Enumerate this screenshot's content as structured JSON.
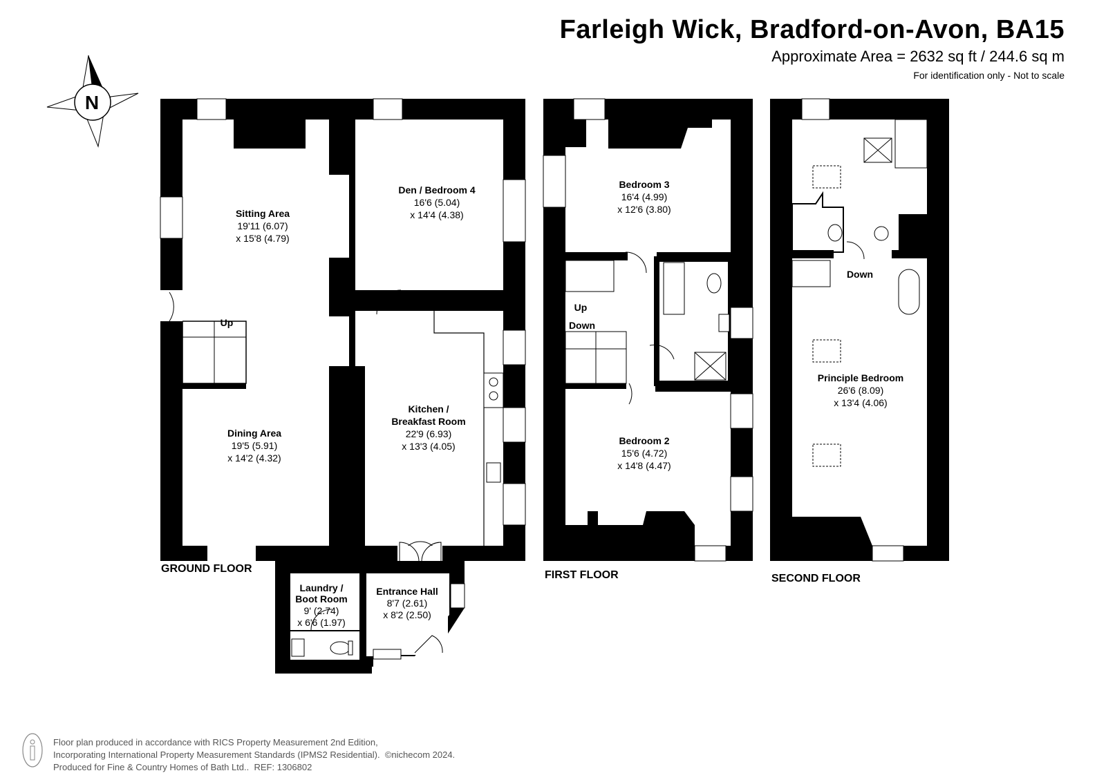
{
  "header": {
    "title": "Farleigh Wick, Bradford-on-Avon, BA15",
    "area": "Approximate Area = 2632 sq ft / 244.6 sq m",
    "note": "For identification only - Not to scale"
  },
  "compass": {
    "letter": "N"
  },
  "floors": {
    "ground": "GROUND FLOOR",
    "first": "FIRST FLOOR",
    "second": "SECOND FLOOR"
  },
  "rooms": {
    "sitting": {
      "name": "Sitting Area",
      "dim1": "19'11 (6.07)",
      "dim2": "x 15'8 (4.79)"
    },
    "den": {
      "name": "Den / Bedroom 4",
      "dim1": "16'6 (5.04)",
      "dim2": "x 14'4 (4.38)"
    },
    "dining": {
      "name": "Dining Area",
      "dim1": "19'5 (5.91)",
      "dim2": "x 14'2 (4.32)"
    },
    "kitchen": {
      "name1": "Kitchen /",
      "name2": "Breakfast Room",
      "dim1": "22'9 (6.93)",
      "dim2": "x 13'3 (4.05)"
    },
    "laundry": {
      "name1": "Laundry /",
      "name2": "Boot Room",
      "dim1": "9' (2.74)",
      "dim2": "x 6'6 (1.97)"
    },
    "hall": {
      "name": "Entrance Hall",
      "dim1": "8'7 (2.61)",
      "dim2": "x 8'2 (2.50)"
    },
    "bed3": {
      "name": "Bedroom 3",
      "dim1": "16'4 (4.99)",
      "dim2": "x 12'6 (3.80)"
    },
    "bed2": {
      "name": "Bedroom 2",
      "dim1": "15'6 (4.72)",
      "dim2": "x 14'8 (4.47)"
    },
    "principal": {
      "name": "Principle Bedroom",
      "dim1": "26'6 (8.09)",
      "dim2": "x 13'4 (4.06)"
    }
  },
  "stairs": {
    "up_ground": "Up",
    "up_first": "Up",
    "down_first": "Down",
    "down_second": "Down"
  },
  "footer": {
    "line1": "Floor plan produced in accordance with RICS Property Measurement 2nd Edition,",
    "line2": "Incorporating International Property Measurement Standards (IPMS2 Residential).",
    "copyright": "©nichecom 2024.",
    "line3": "Produced for Fine & Country Homes of Bath Ltd..",
    "ref": "REF: 1306802"
  }
}
